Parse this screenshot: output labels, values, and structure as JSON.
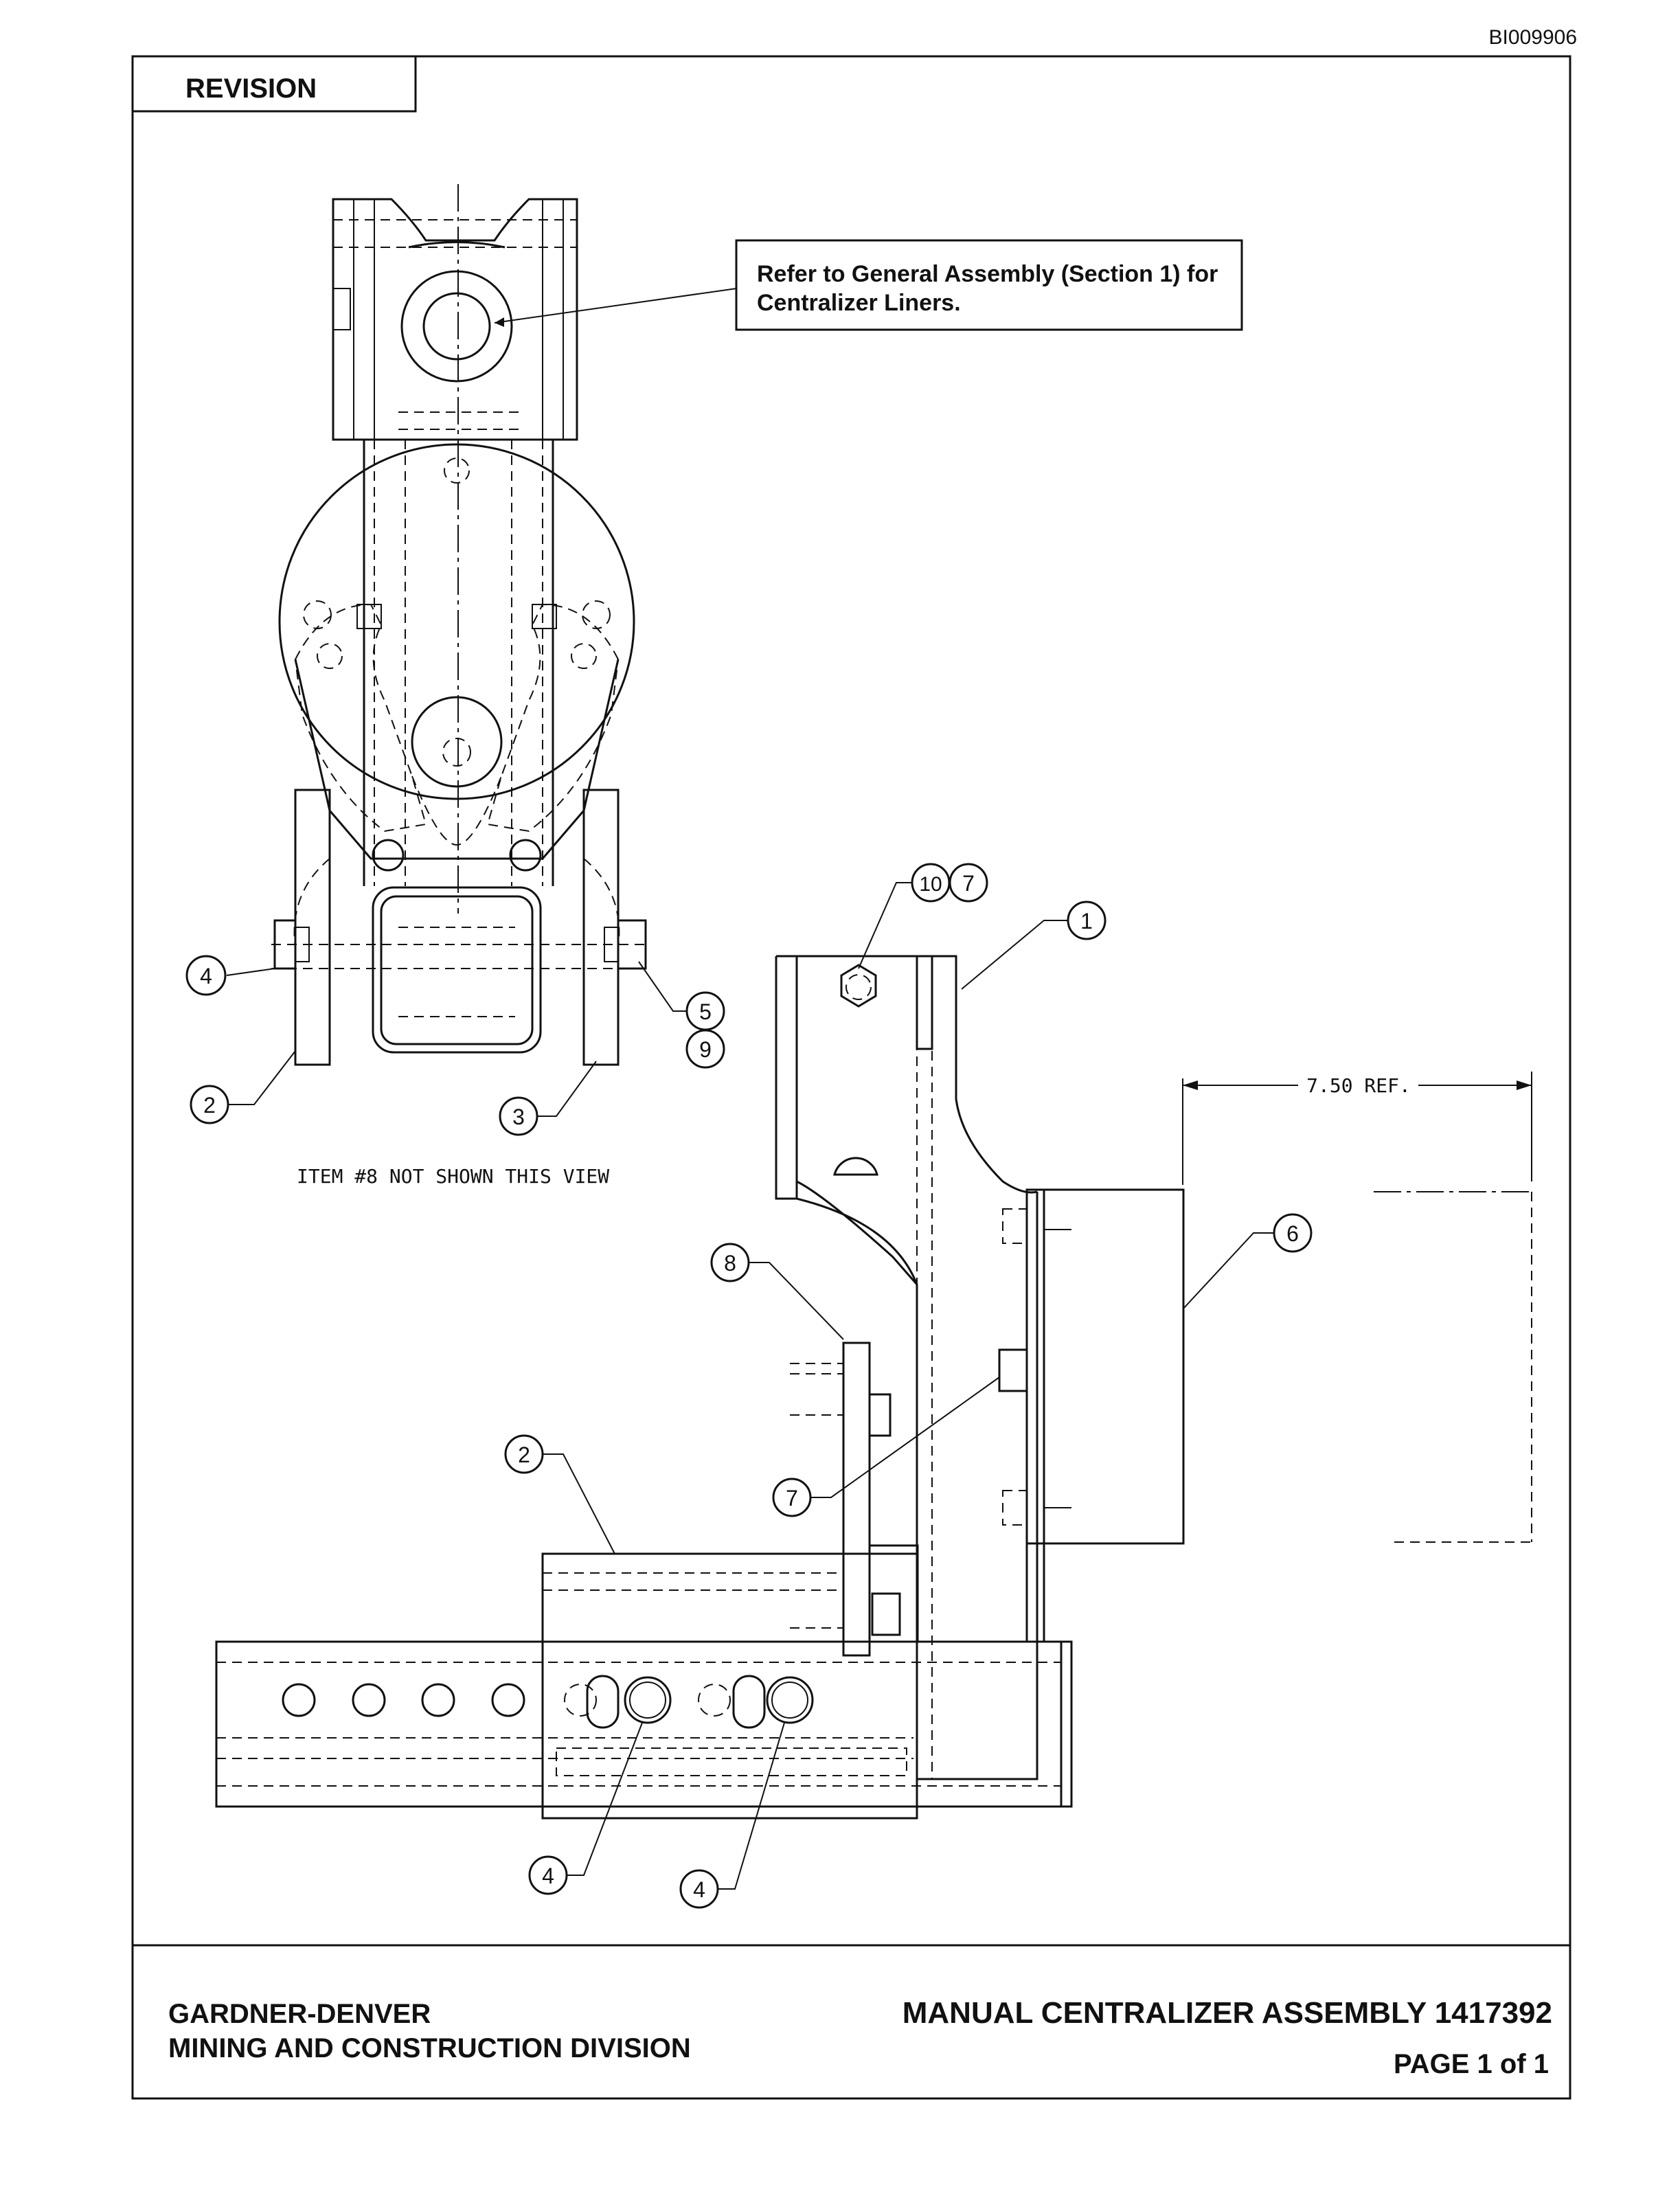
{
  "doc_id": "BI009906",
  "revision_label": "REVISION",
  "note": {
    "line1": "Refer to General Assembly (Section 1) for",
    "line2": "Centralizer Liners."
  },
  "view_note": "ITEM #8 NOT SHOWN THIS VIEW",
  "dimension": "7.50 REF.",
  "balloons": {
    "b1": "1",
    "b2a": "2",
    "b2b": "2",
    "b3": "3",
    "b4a": "4",
    "b4b": "4",
    "b4c": "4",
    "b5": "5",
    "b6": "6",
    "b7a": "7",
    "b7b": "7",
    "b8": "8",
    "b9": "9",
    "b10": "10"
  },
  "title_block": {
    "company_line1": "GARDNER-DENVER",
    "company_line2": "MINING AND CONSTRUCTION  DIVISION",
    "title": "MANUAL CENTRALIZER ASSEMBLY  1417392",
    "page": "PAGE  1  of  1"
  }
}
